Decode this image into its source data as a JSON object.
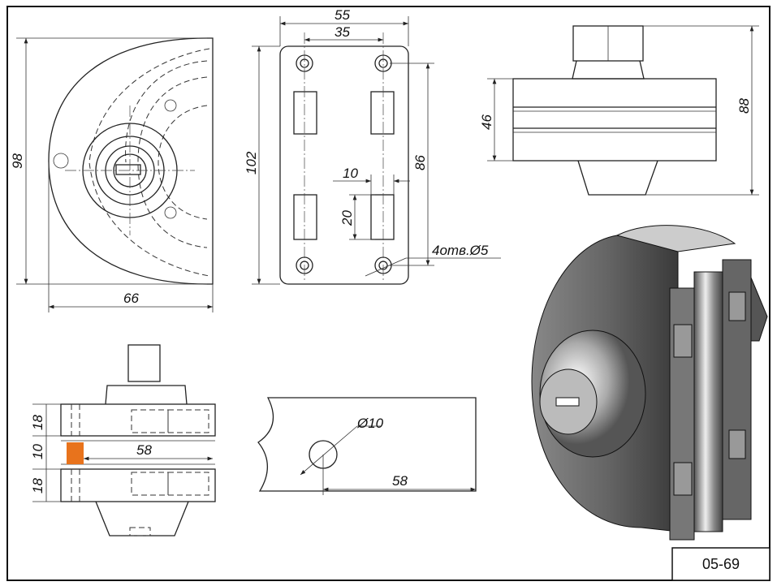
{
  "drawing_code": "05-69",
  "front_view": {
    "height": "98",
    "width": "66"
  },
  "mounting_plate": {
    "width": "55",
    "hole_spacing_x": "35",
    "height": "102",
    "hole_spacing_y": "86",
    "slot_width": "10",
    "slot_height": "20",
    "holes_note": "4отв.Ø5"
  },
  "side_view": {
    "body_height": "46",
    "total_height": "88"
  },
  "section_view": {
    "top_thickness": "18",
    "glass_gap": "10",
    "bottom_thickness": "18",
    "glass_depth": "58"
  },
  "glass_cutout": {
    "hole_diameter": "Ø10",
    "hole_offset": "58"
  },
  "colors": {
    "glass_highlight": "#e8731c",
    "line": "#222222"
  }
}
